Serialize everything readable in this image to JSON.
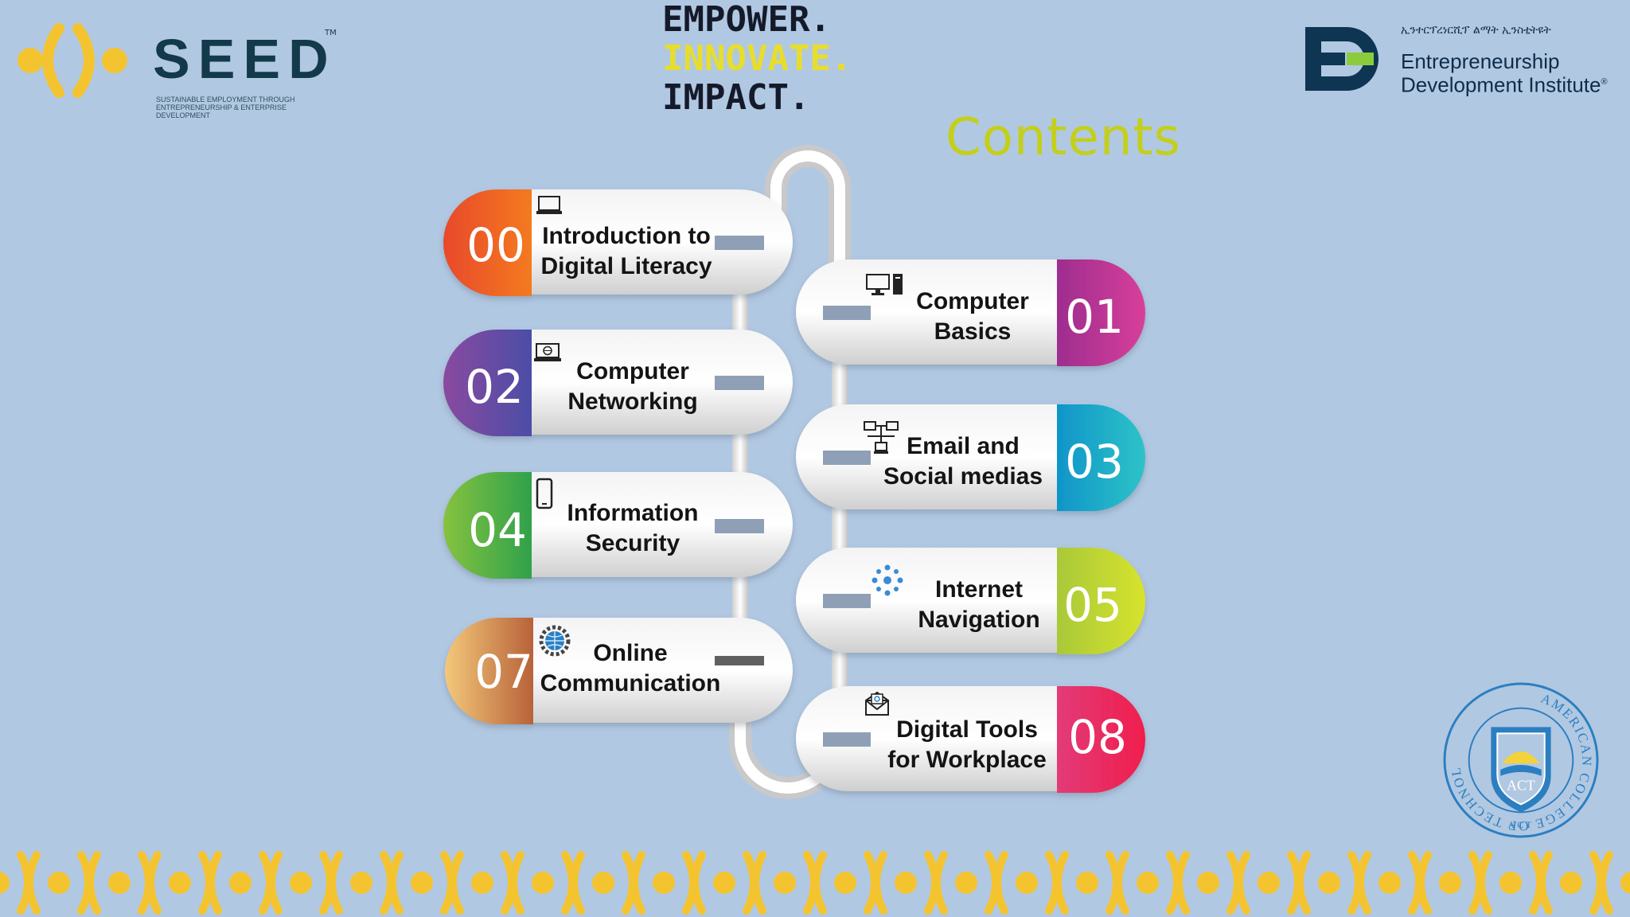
{
  "header": {
    "seed_logo": {
      "wordmark": "SEED",
      "trademark": "TM",
      "tagline": "SUSTAINABLE EMPLOYMENT THROUGH ENTREPRENEURSHIP & ENTERPRISE DEVELOPMENT"
    },
    "slogan": [
      "EMPOWER.",
      "INNOVATE.",
      "IMPACT."
    ],
    "contents_title": "Contents",
    "edi_logo": {
      "amharic_name": "ኢንተርፕረነርሺፕ ልማት ኢንስቲትዩት",
      "name_line1": "Entrepreneurship",
      "name_line2": "Development Institute",
      "registered": "®"
    }
  },
  "items": [
    {
      "number": "00",
      "line1": "Introduction to",
      "line2": "Digital Literacy",
      "icon": "laptop-icon",
      "color_start": "#e8492c",
      "color_end": "#f47a1f"
    },
    {
      "number": "01",
      "line1": "Computer",
      "line2": "Basics",
      "icon": "desktop-computer-icon",
      "color_start": "#9d2d8f",
      "color_end": "#d83f9a"
    },
    {
      "number": "02",
      "line1": "Computer",
      "line2": "Networking",
      "icon": "globe-laptop-icon",
      "color_start": "#8a4aa0",
      "color_end": "#4b4ea6"
    },
    {
      "number": "03",
      "line1": "Email and",
      "line2": "Social medias",
      "icon": "network-icon",
      "color_start": "#0f95c9",
      "color_end": "#2ec3c8"
    },
    {
      "number": "04",
      "line1": "Information",
      "line2": "Security",
      "icon": "smartphone-icon",
      "color_start": "#86c240",
      "color_end": "#2fa24a"
    },
    {
      "number": "05",
      "line1": "Internet",
      "line2": "Navigation",
      "icon": "connected-dots-icon",
      "color_start": "#a9c93a",
      "color_end": "#d7e32c"
    },
    {
      "number": "07",
      "line1": "Online",
      "line2": "Communication",
      "icon": "globe-gear-icon",
      "color_start": "#f3c87a",
      "color_end": "#b8623a"
    },
    {
      "number": "08",
      "line1": "Digital Tools",
      "line2": "for Workplace",
      "icon": "email-envelope-icon",
      "color_start": "#e23b78",
      "color_end": "#f01e4c"
    }
  ],
  "seal": {
    "ring_text": "AMERICAN COLLEGE OF TECHNOLOGY",
    "center_text": "ACT",
    "bottom_text": "ACT"
  },
  "colors": {
    "background": "#b1c8e2",
    "brand_yellow": "#f4c430",
    "seed_navy": "#133a4a",
    "edi_green": "#8ccc3c",
    "contents_yellow": "#c4cf1a"
  }
}
